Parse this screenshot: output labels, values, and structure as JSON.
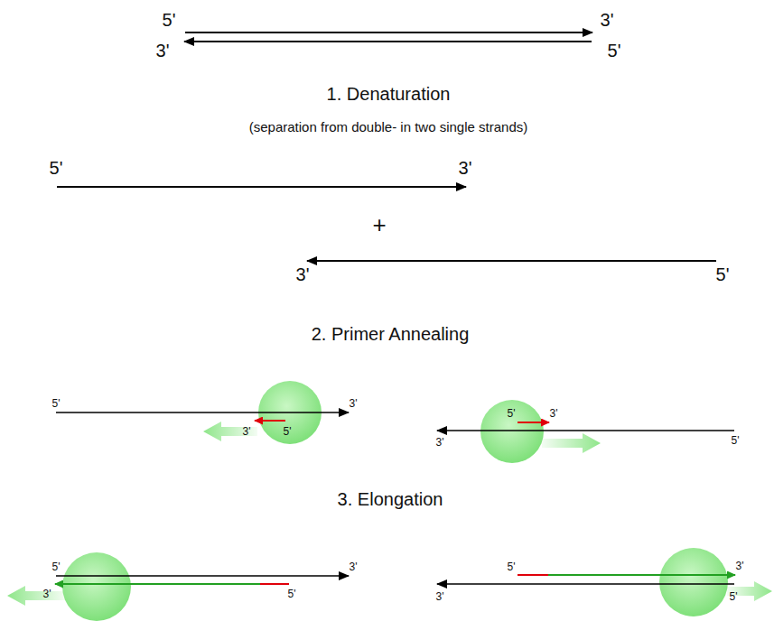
{
  "diagram": {
    "labels": [
      "5'",
      "3'",
      "3'",
      "5'",
      "1. Denaturation",
      "(separation from double- in two single strands)",
      "5'",
      "3'",
      "+",
      "3'",
      "5'",
      "2. Primer Annealing",
      "5'",
      "3'",
      "3'",
      "5'",
      "5'",
      "3'",
      "3'",
      "5'",
      "3. Elongation",
      "5'",
      "3'",
      "3'",
      "5'",
      "5'",
      "3'",
      "3'",
      "5'"
    ]
  }
}
